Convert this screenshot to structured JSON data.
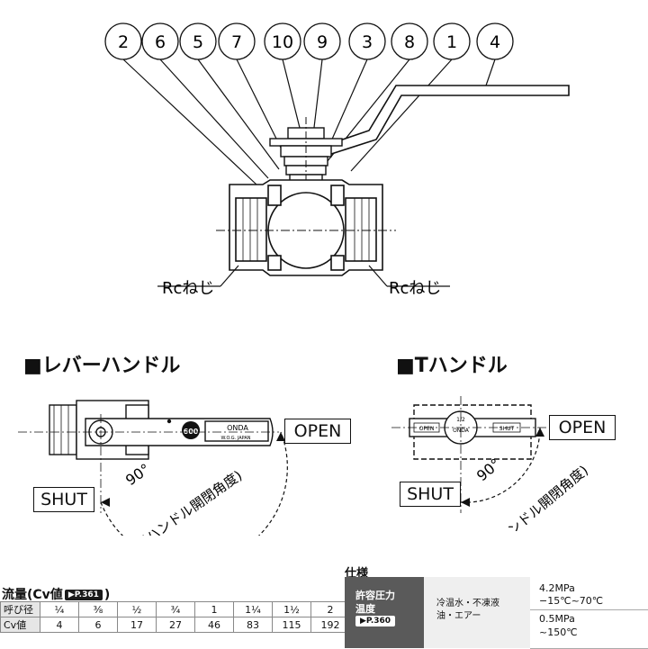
{
  "callouts": [
    "2",
    "6",
    "5",
    "7",
    "10",
    "9",
    "3",
    "8",
    "1",
    "4"
  ],
  "rc_thread_label": "Rcねじ",
  "lever_handle": {
    "heading": "■レバーハンドル",
    "open_label": "OPEN",
    "shut_label": "SHUT",
    "angle_label": "90°",
    "angle_caption": "(ハンドル開閉角度)",
    "plate_text": "ONDA",
    "plate_sub": "W.O.G. JAPAN",
    "badge_600": "600"
  },
  "t_handle": {
    "heading": "■Tハンドル",
    "open_label": "OPEN",
    "shut_label": "SHUT",
    "angle_label": "90°",
    "angle_caption": "(ハンドル開閉角度)",
    "bar_open": "OPEN",
    "bar_shut": "SHUT",
    "center_text": "ONDA",
    "center_size": "1/2"
  },
  "flow": {
    "title": "流量(Cv値",
    "page_ref": "▶P.361",
    "title_close": ")",
    "row1_header": "呼び径",
    "sizes": [
      "¼",
      "⅜",
      "½",
      "¾",
      "1",
      "1¼",
      "1½",
      "2"
    ],
    "row2_header": "Cv値",
    "cv_values": [
      "4",
      "6",
      "17",
      "27",
      "46",
      "83",
      "115",
      "192"
    ]
  },
  "spec": {
    "title": "仕様",
    "label_line1": "許容圧力",
    "label_line2": "温度",
    "page_ref": "▶P.360",
    "fluid": "冷温水・不凍液",
    "fluid2": "油・エアー",
    "p1": "4.2MPa",
    "t1": "−15℃~70℃",
    "p2": "0.5MPa",
    "t2": "~150℃"
  }
}
